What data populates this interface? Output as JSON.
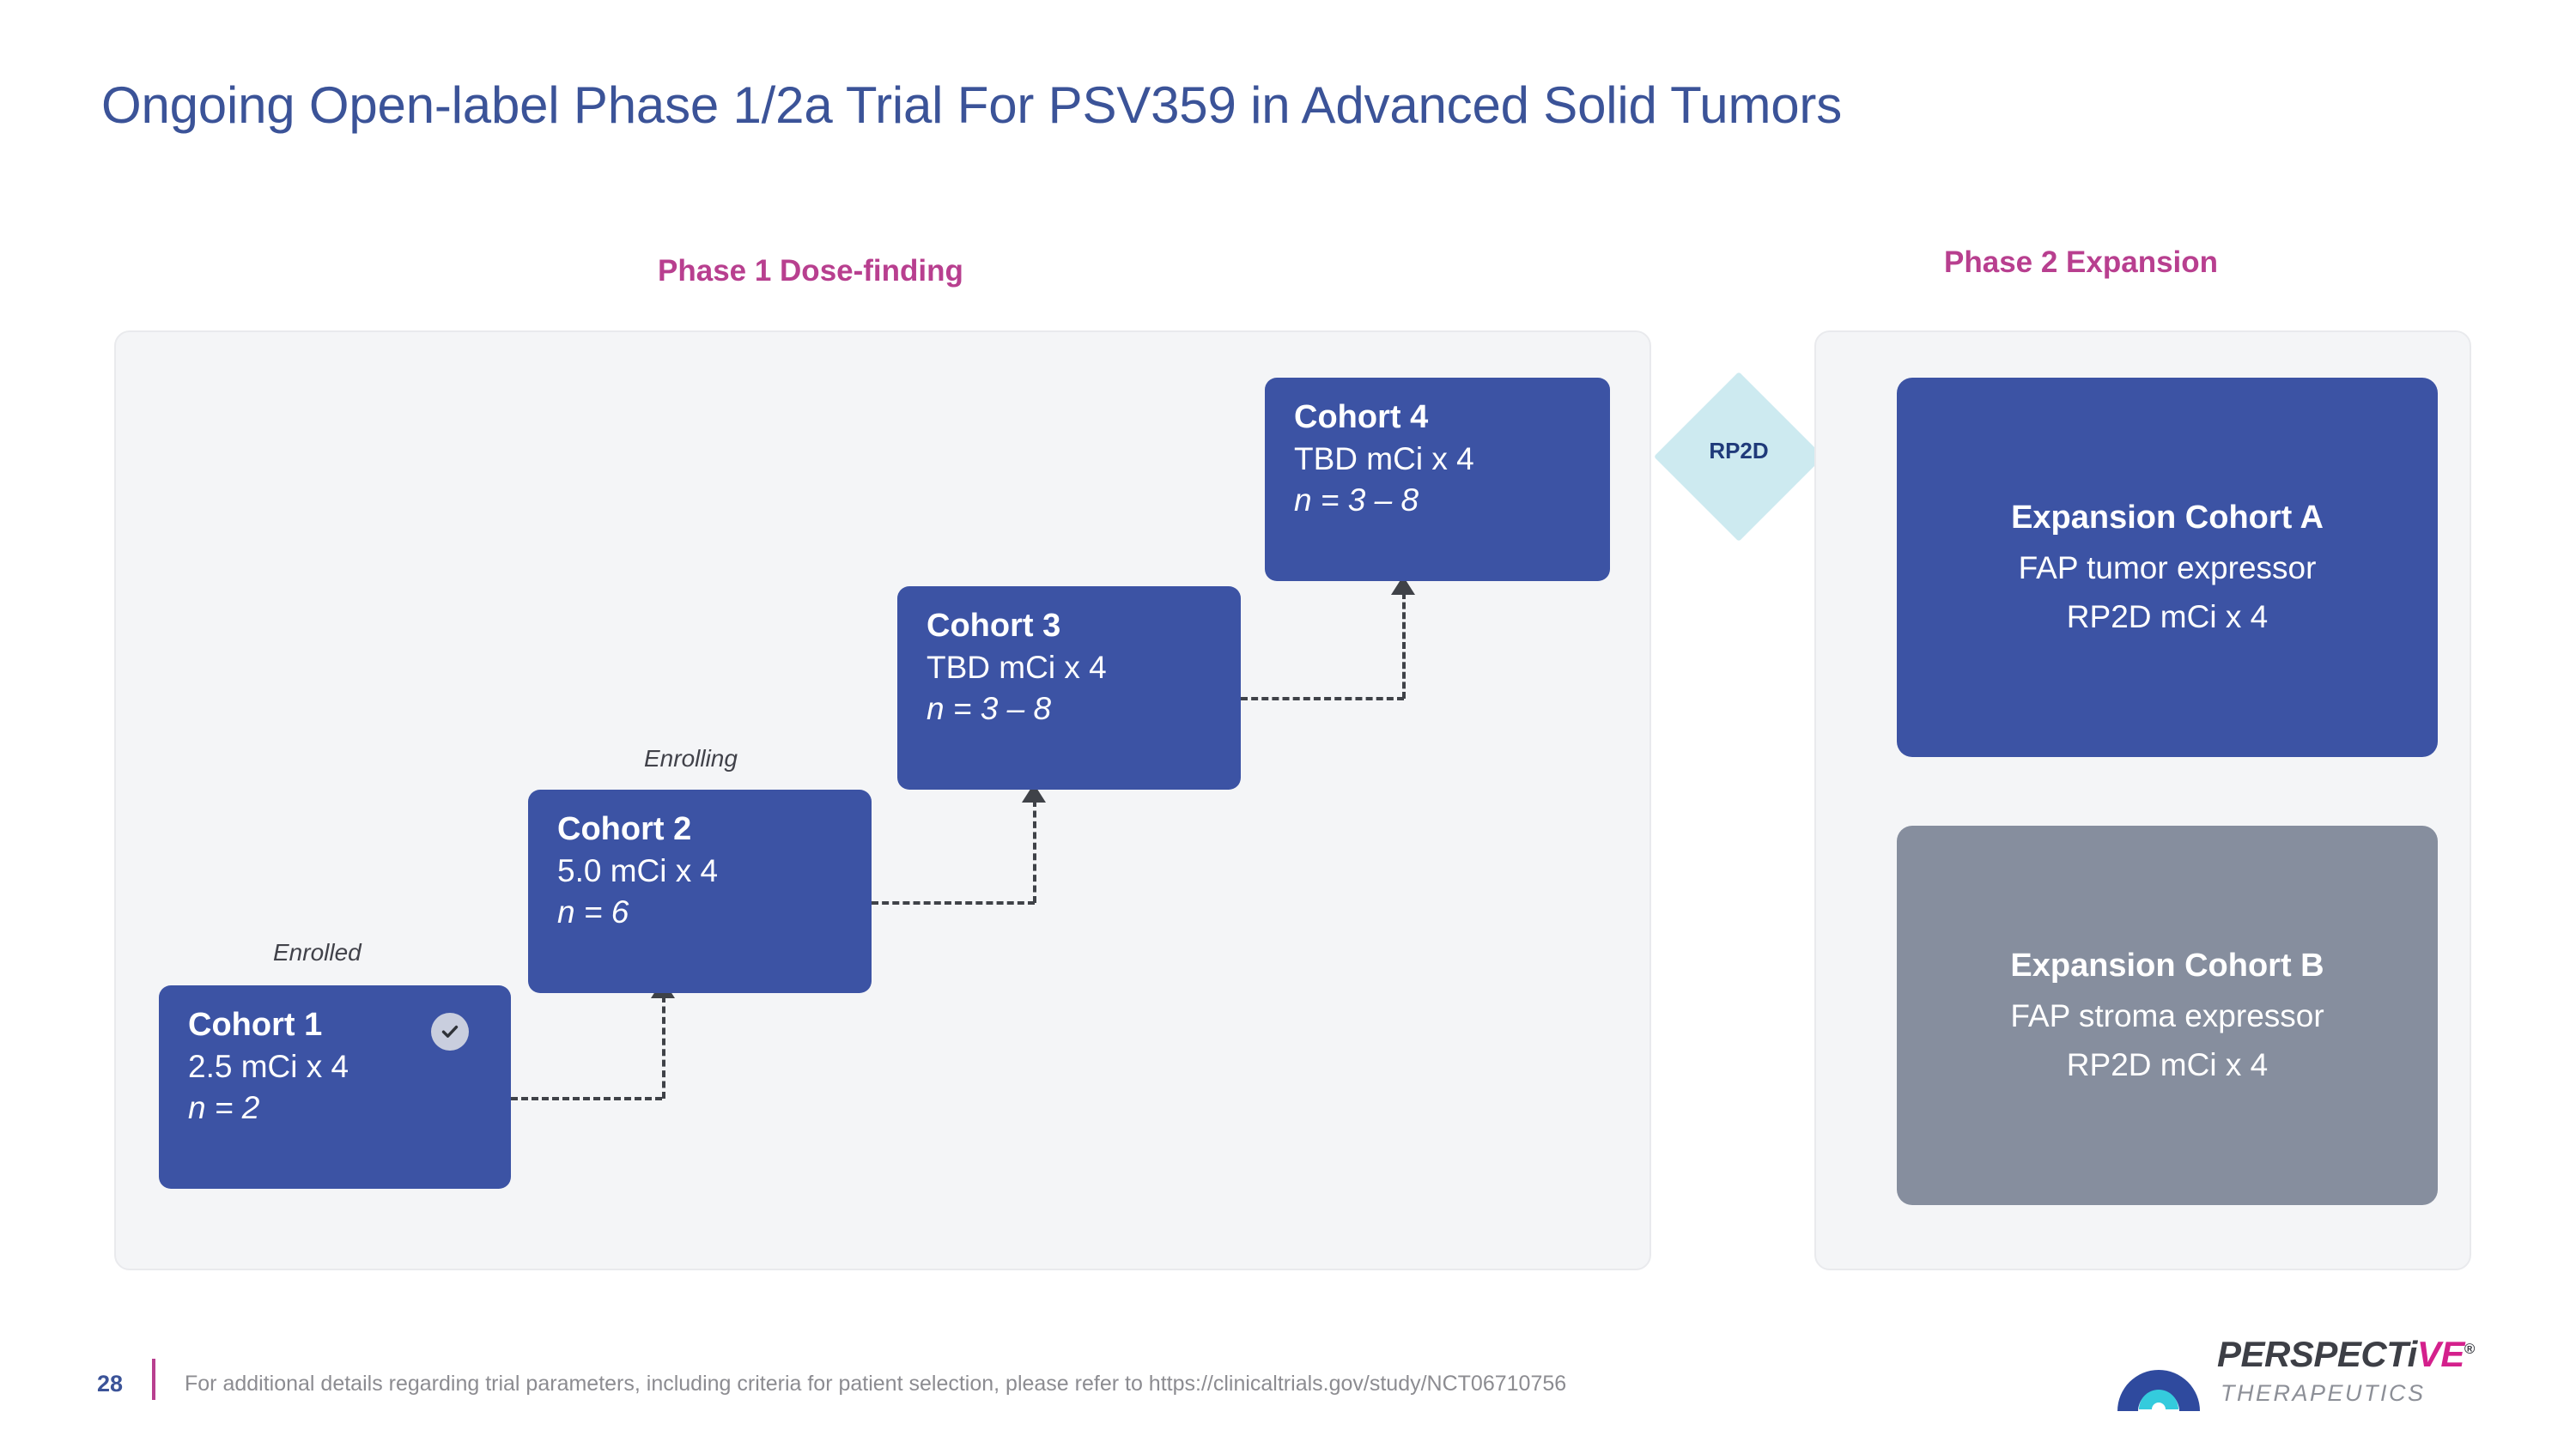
{
  "slide": {
    "title": "Ongoing Open-label Phase 1/2a Trial For PSV359 in Advanced Solid Tumors"
  },
  "colors": {
    "title_blue": "#3b5398",
    "header_magenta": "#b83f8f",
    "cohort_blue": "#3c53a4",
    "expansion_gray": "#868e9e",
    "rp2d_cyan": "#cdeaf0",
    "panel_bg": "#f4f5f7",
    "connector_gray": "#3f4248"
  },
  "phase1": {
    "header": "Phase 1 Dose-finding",
    "cohorts": [
      {
        "title": "Cohort 1",
        "dose": "2.5 mCi x 4",
        "n": "n = 2",
        "status_label": "Enrolled",
        "badge_icon": "check-circle-icon",
        "has_badge": true
      },
      {
        "title": "Cohort 2",
        "dose": "5.0 mCi x 4",
        "n": "n = 6",
        "status_label": "Enrolling",
        "badge_icon": null,
        "has_badge": false
      },
      {
        "title": "Cohort 3",
        "dose": "TBD mCi x 4",
        "n": "n = 3 – 8",
        "status_label": null,
        "badge_icon": null,
        "has_badge": false
      },
      {
        "title": "Cohort 4",
        "dose": "TBD mCi x 4",
        "n": "n = 3 – 8",
        "status_label": null,
        "badge_icon": null,
        "has_badge": false
      }
    ]
  },
  "transition": {
    "label": "RP2D",
    "shape": "diamond"
  },
  "phase2": {
    "header": "Phase 2 Expansion",
    "cohorts": [
      {
        "title": "Expansion Cohort A",
        "line1": "FAP tumor expressor",
        "line2": "RP2D mCi x 4",
        "variant": "blue"
      },
      {
        "title": "Expansion Cohort B",
        "line1": "FAP stroma expressor",
        "line2": "RP2D mCi x 4",
        "variant": "gray"
      }
    ]
  },
  "footer": {
    "page_number": "28",
    "note": "For additional details regarding trial parameters, including criteria for patient selection, please refer to https://clinicaltrials.gov/study/NCT06710756"
  },
  "logo": {
    "wordmark_pre": "PERSPECT",
    "wordmark_i": "i",
    "wordmark_accent": "VE",
    "registered": "®",
    "subword": "THERAPEUTICS"
  }
}
